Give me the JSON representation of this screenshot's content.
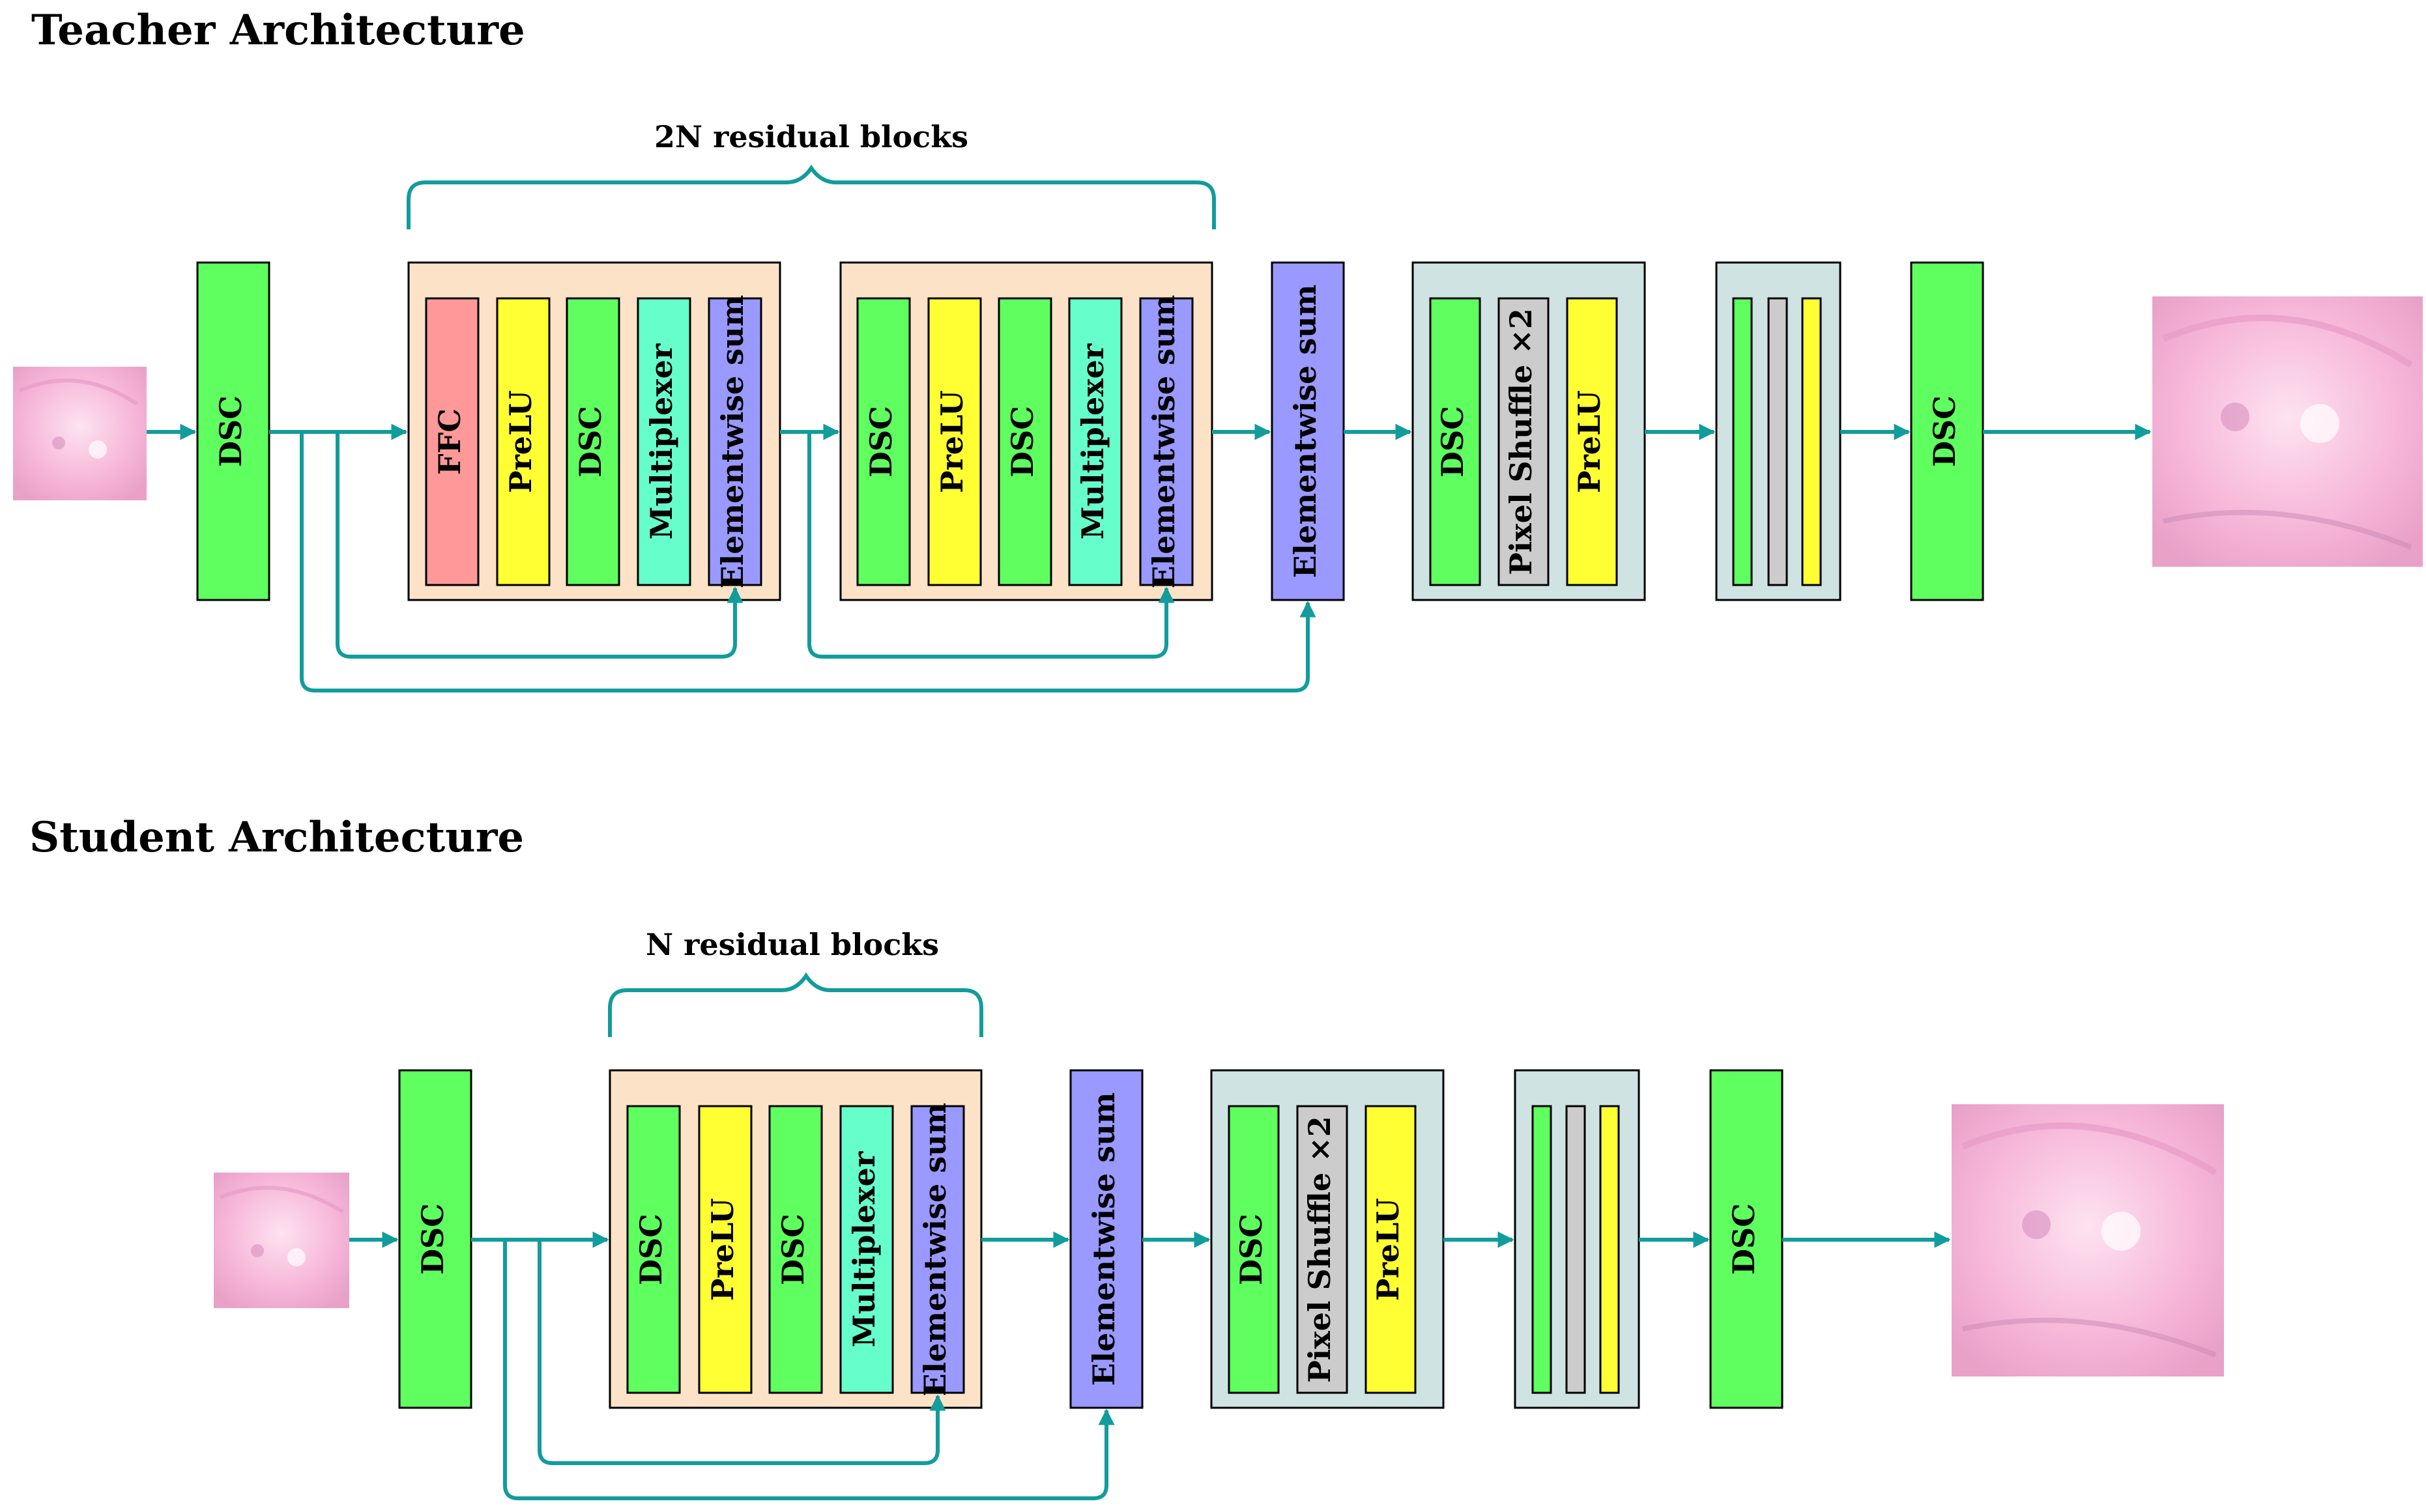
{
  "colors": {
    "green": "#5FFF5F",
    "yellow": "#FFFF33",
    "red": "#FF9999",
    "teal": "#66FFCC",
    "purple": "#9999FF",
    "gray": "#CCCCCC",
    "group_bg_res": "#FCE3C8",
    "group_bg_up": "#CFE3E3",
    "arrow": "#129C9C",
    "image_tint": "#F7B8DA"
  },
  "teacher": {
    "title": "Teacher Architecture",
    "brace_label": "2N residual blocks",
    "dsc_in": "DSC",
    "res_block_1": [
      "FFC",
      "PreLU",
      "DSC",
      "Multiplexer",
      "Elementwise sum"
    ],
    "res_block_2": [
      "DSC",
      "PreLU",
      "DSC",
      "Multiplexer",
      "Elementwise sum"
    ],
    "sum": "Elementwise sum",
    "upsample": [
      "DSC",
      "Pixel Shuffle ×2",
      "PreLU"
    ],
    "dsc_out": "DSC"
  },
  "student": {
    "title": "Student Architecture",
    "brace_label": "N residual blocks",
    "dsc_in": "DSC",
    "res_block_1": [
      "DSC",
      "PreLU",
      "DSC",
      "Multiplexer",
      "Elementwise sum"
    ],
    "sum": "Elementwise sum",
    "upsample": [
      "DSC",
      "Pixel Shuffle ×2",
      "PreLU"
    ],
    "dsc_out": "DSC"
  }
}
